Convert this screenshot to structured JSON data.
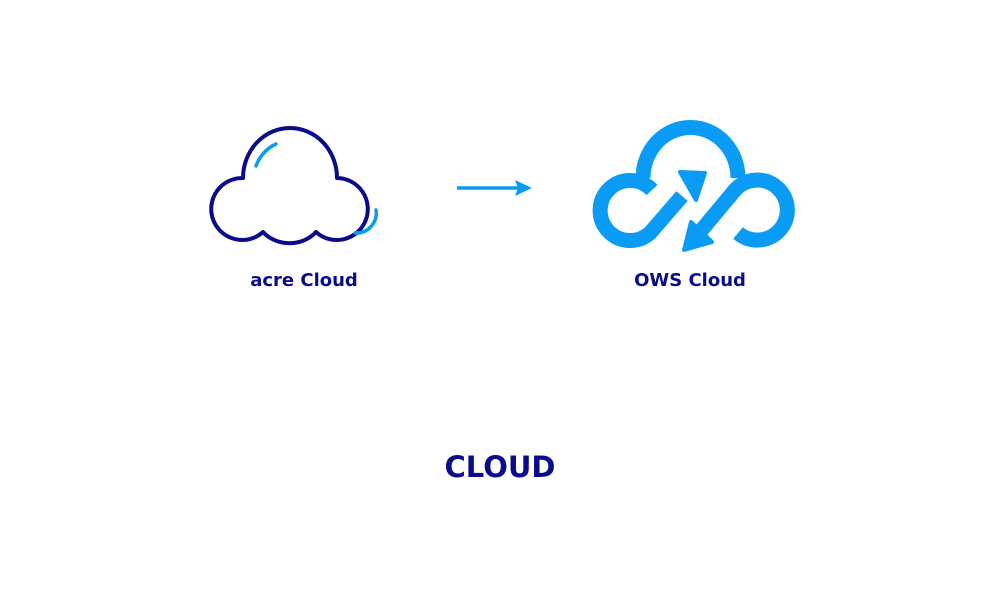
{
  "source_label": "acre Cloud",
  "target_label": "OWS Cloud",
  "title": "CLOUD",
  "colors": {
    "navy": "#0a0a8c",
    "blue": "#0a9bf5"
  }
}
